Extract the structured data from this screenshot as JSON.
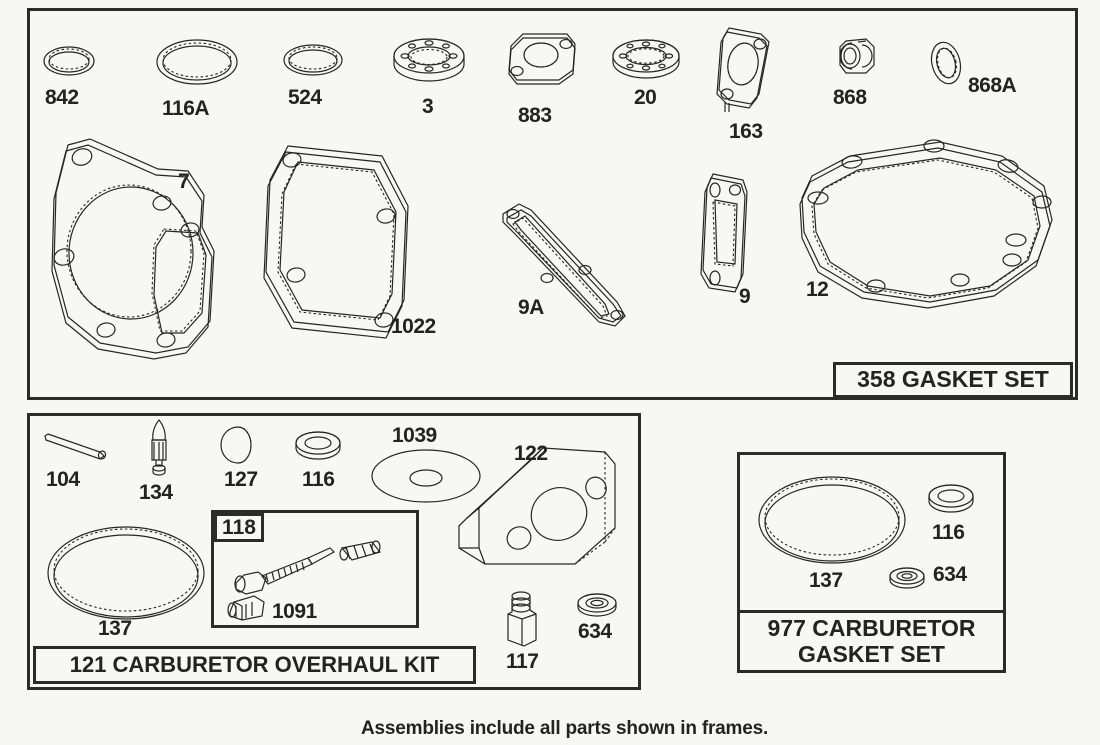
{
  "page": {
    "background_color": "#f7f7f5",
    "line_color": "#262626",
    "caption": "Assemblies include all parts shown in frames."
  },
  "frames": [
    {
      "id": "gasket-set-frame",
      "set_label": "358 GASKET SET",
      "parts": [
        {
          "ref": "842",
          "name": "o-ring-small"
        },
        {
          "ref": "116A",
          "name": "gasket-ring-large"
        },
        {
          "ref": "524",
          "name": "o-ring-medium"
        },
        {
          "ref": "3",
          "name": "flanged-bearing"
        },
        {
          "ref": "883",
          "name": "intake-gasket"
        },
        {
          "ref": "20",
          "name": "ring-seal"
        },
        {
          "ref": "163",
          "name": "carb-mount-gasket"
        },
        {
          "ref": "868",
          "name": "grommet"
        },
        {
          "ref": "868A",
          "name": "seal-washer"
        },
        {
          "ref": "7",
          "name": "cylinder-head-gasket"
        },
        {
          "ref": "1022",
          "name": "valve-cover-gasket"
        },
        {
          "ref": "9A",
          "name": "breather-gasket"
        },
        {
          "ref": "9",
          "name": "exhaust-gasket"
        },
        {
          "ref": "12",
          "name": "crankcase-gasket"
        }
      ]
    },
    {
      "id": "carb-overhaul-kit-frame",
      "set_label": "121 CARBURETOR OVERHAUL KIT",
      "parts": [
        {
          "ref": "104",
          "name": "pin"
        },
        {
          "ref": "134",
          "name": "float-needle"
        },
        {
          "ref": "127",
          "name": "disc-seal"
        },
        {
          "ref": "116",
          "name": "washer-gasket"
        },
        {
          "ref": "1039",
          "name": "diaphragm"
        },
        {
          "ref": "122",
          "name": "throttle-bracket"
        },
        {
          "ref": "137",
          "name": "bowl-gasket"
        },
        {
          "ref": "117",
          "name": "bowl-nut"
        },
        {
          "ref": "634",
          "name": "sealing-washer"
        }
      ],
      "inset": {
        "ref": "118",
        "parts": [
          {
            "ref": "1091",
            "name": "mixture-screw-assembly"
          }
        ]
      }
    },
    {
      "id": "carb-gasket-set-frame",
      "set_label_line1": "977 CARBURETOR",
      "set_label_line2": "GASKET SET",
      "parts": [
        {
          "ref": "137",
          "name": "bowl-gasket"
        },
        {
          "ref": "116",
          "name": "washer-gasket"
        },
        {
          "ref": "634",
          "name": "sealing-washer"
        }
      ]
    }
  ]
}
